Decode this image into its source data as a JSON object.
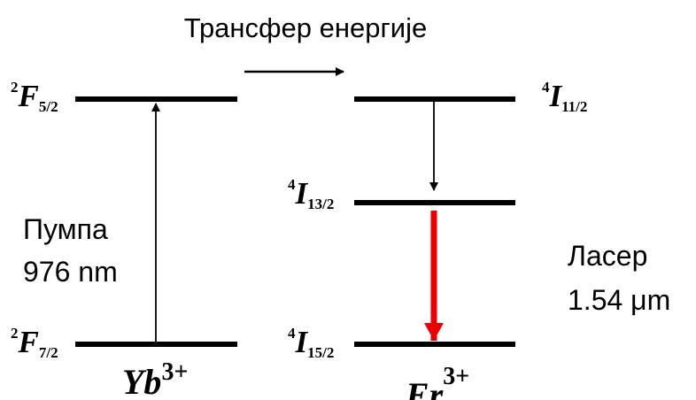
{
  "title": "Трансфер енергије",
  "ions": {
    "yb": {
      "symbol": "Yb",
      "charge": "3+"
    },
    "er": {
      "symbol": "Er",
      "charge": "3+"
    }
  },
  "levels": {
    "yb_upper": {
      "sup": "2",
      "letter": "F",
      "sub": "5/2"
    },
    "yb_lower": {
      "sup": "2",
      "letter": "F",
      "sub": "7/2"
    },
    "er_upper": {
      "sup": "4",
      "letter": "I",
      "sub": "11/2"
    },
    "er_middle": {
      "sup": "4",
      "letter": "I",
      "sub": "13/2"
    },
    "er_lower": {
      "sup": "4",
      "letter": "I",
      "sub": "15/2"
    }
  },
  "pump": {
    "line1": "Пумпа",
    "line2": "976 nm"
  },
  "laser": {
    "line1": "Ласер",
    "line2": "1.54 μm"
  },
  "colors": {
    "line": "#000000",
    "laser_arrow": "#ee0000"
  }
}
